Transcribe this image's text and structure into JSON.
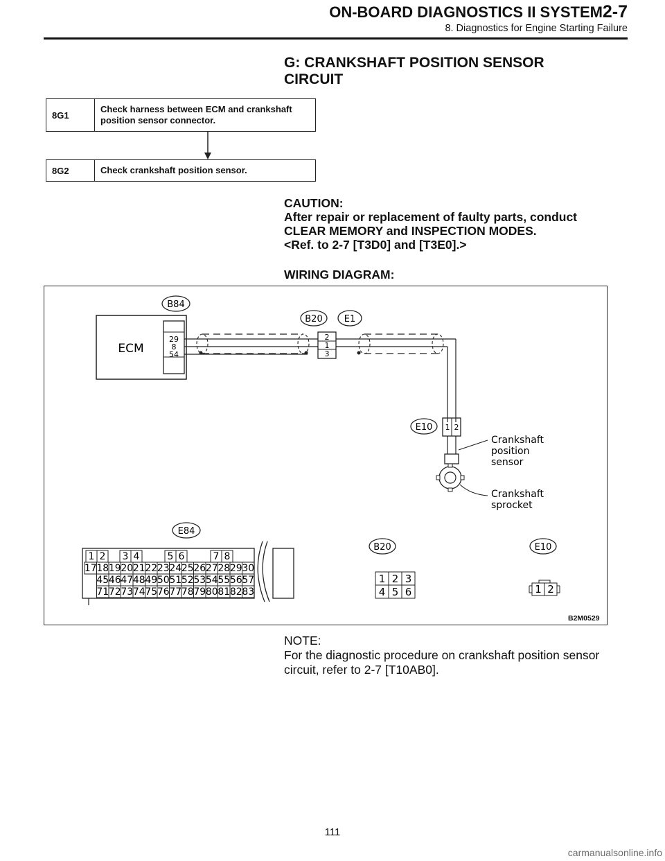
{
  "header": {
    "title": "ON-BOARD DIAGNOSTICS II SYSTEM",
    "section_number": "2-7",
    "subtitle": "8. Diagnostics for Engine Starting Failure"
  },
  "section": {
    "title_line1": "G:  CRANKSHAFT POSITION SENSOR",
    "title_line2": "CIRCUIT"
  },
  "steps": [
    {
      "code": "8G1",
      "text": "Check harness between ECM and crankshaft position sensor connector."
    },
    {
      "code": "8G2",
      "text": "Check crankshaft position sensor."
    }
  ],
  "caution": {
    "heading": "CAUTION:",
    "line1": "After repair or replacement of faulty parts, conduct",
    "line2": "CLEAR MEMORY and INSPECTION MODES.",
    "line3": "<Ref. to 2-7 [T3D0] and [T3E0].>"
  },
  "wiring_label": "WIRING DIAGRAM:",
  "diagram": {
    "connector_b84": "B84",
    "ecm_label": "ECM",
    "ecm_pins": [
      "29",
      "8",
      "54"
    ],
    "connector_b20": "B20",
    "connector_e1": "E1",
    "b20_pins": [
      "2",
      "1",
      "3"
    ],
    "connector_e10": "E10",
    "e10_pins": [
      "1",
      "2"
    ],
    "sensor_label": [
      "Crankshaft",
      "position",
      "sensor"
    ],
    "sprocket_label": [
      "Crankshaft",
      "sprocket"
    ],
    "e84_label": "E84",
    "e84_rows": [
      [
        "1",
        "2",
        "3",
        "4",
        "5",
        "6",
        "7",
        "8"
      ],
      [
        "17",
        "18",
        "19",
        "20",
        "21",
        "22",
        "23",
        "24",
        "25",
        "26",
        "27",
        "28",
        "29",
        "30"
      ],
      [
        "45",
        "46",
        "47",
        "48",
        "49",
        "50",
        "51",
        "52",
        "53",
        "54",
        "55",
        "56",
        "57"
      ],
      [
        "71",
        "72",
        "73",
        "74",
        "75",
        "76",
        "77",
        "78",
        "79",
        "80",
        "81",
        "82",
        "83"
      ]
    ],
    "b20_face_label": "B20",
    "b20_face_rows": [
      [
        "1",
        "2",
        "3"
      ],
      [
        "4",
        "5",
        "6"
      ]
    ],
    "e10_face_label": "E10",
    "e10_face_pins": [
      "1",
      "2"
    ],
    "figure_id": "B2M0529"
  },
  "note": {
    "heading": "NOTE:",
    "line1": "For the diagnostic procedure on crankshaft position sensor",
    "line2": "circuit, refer to 2-7 [T10AB0]."
  },
  "page_number": "111",
  "watermark": "carmanualsonline.info"
}
